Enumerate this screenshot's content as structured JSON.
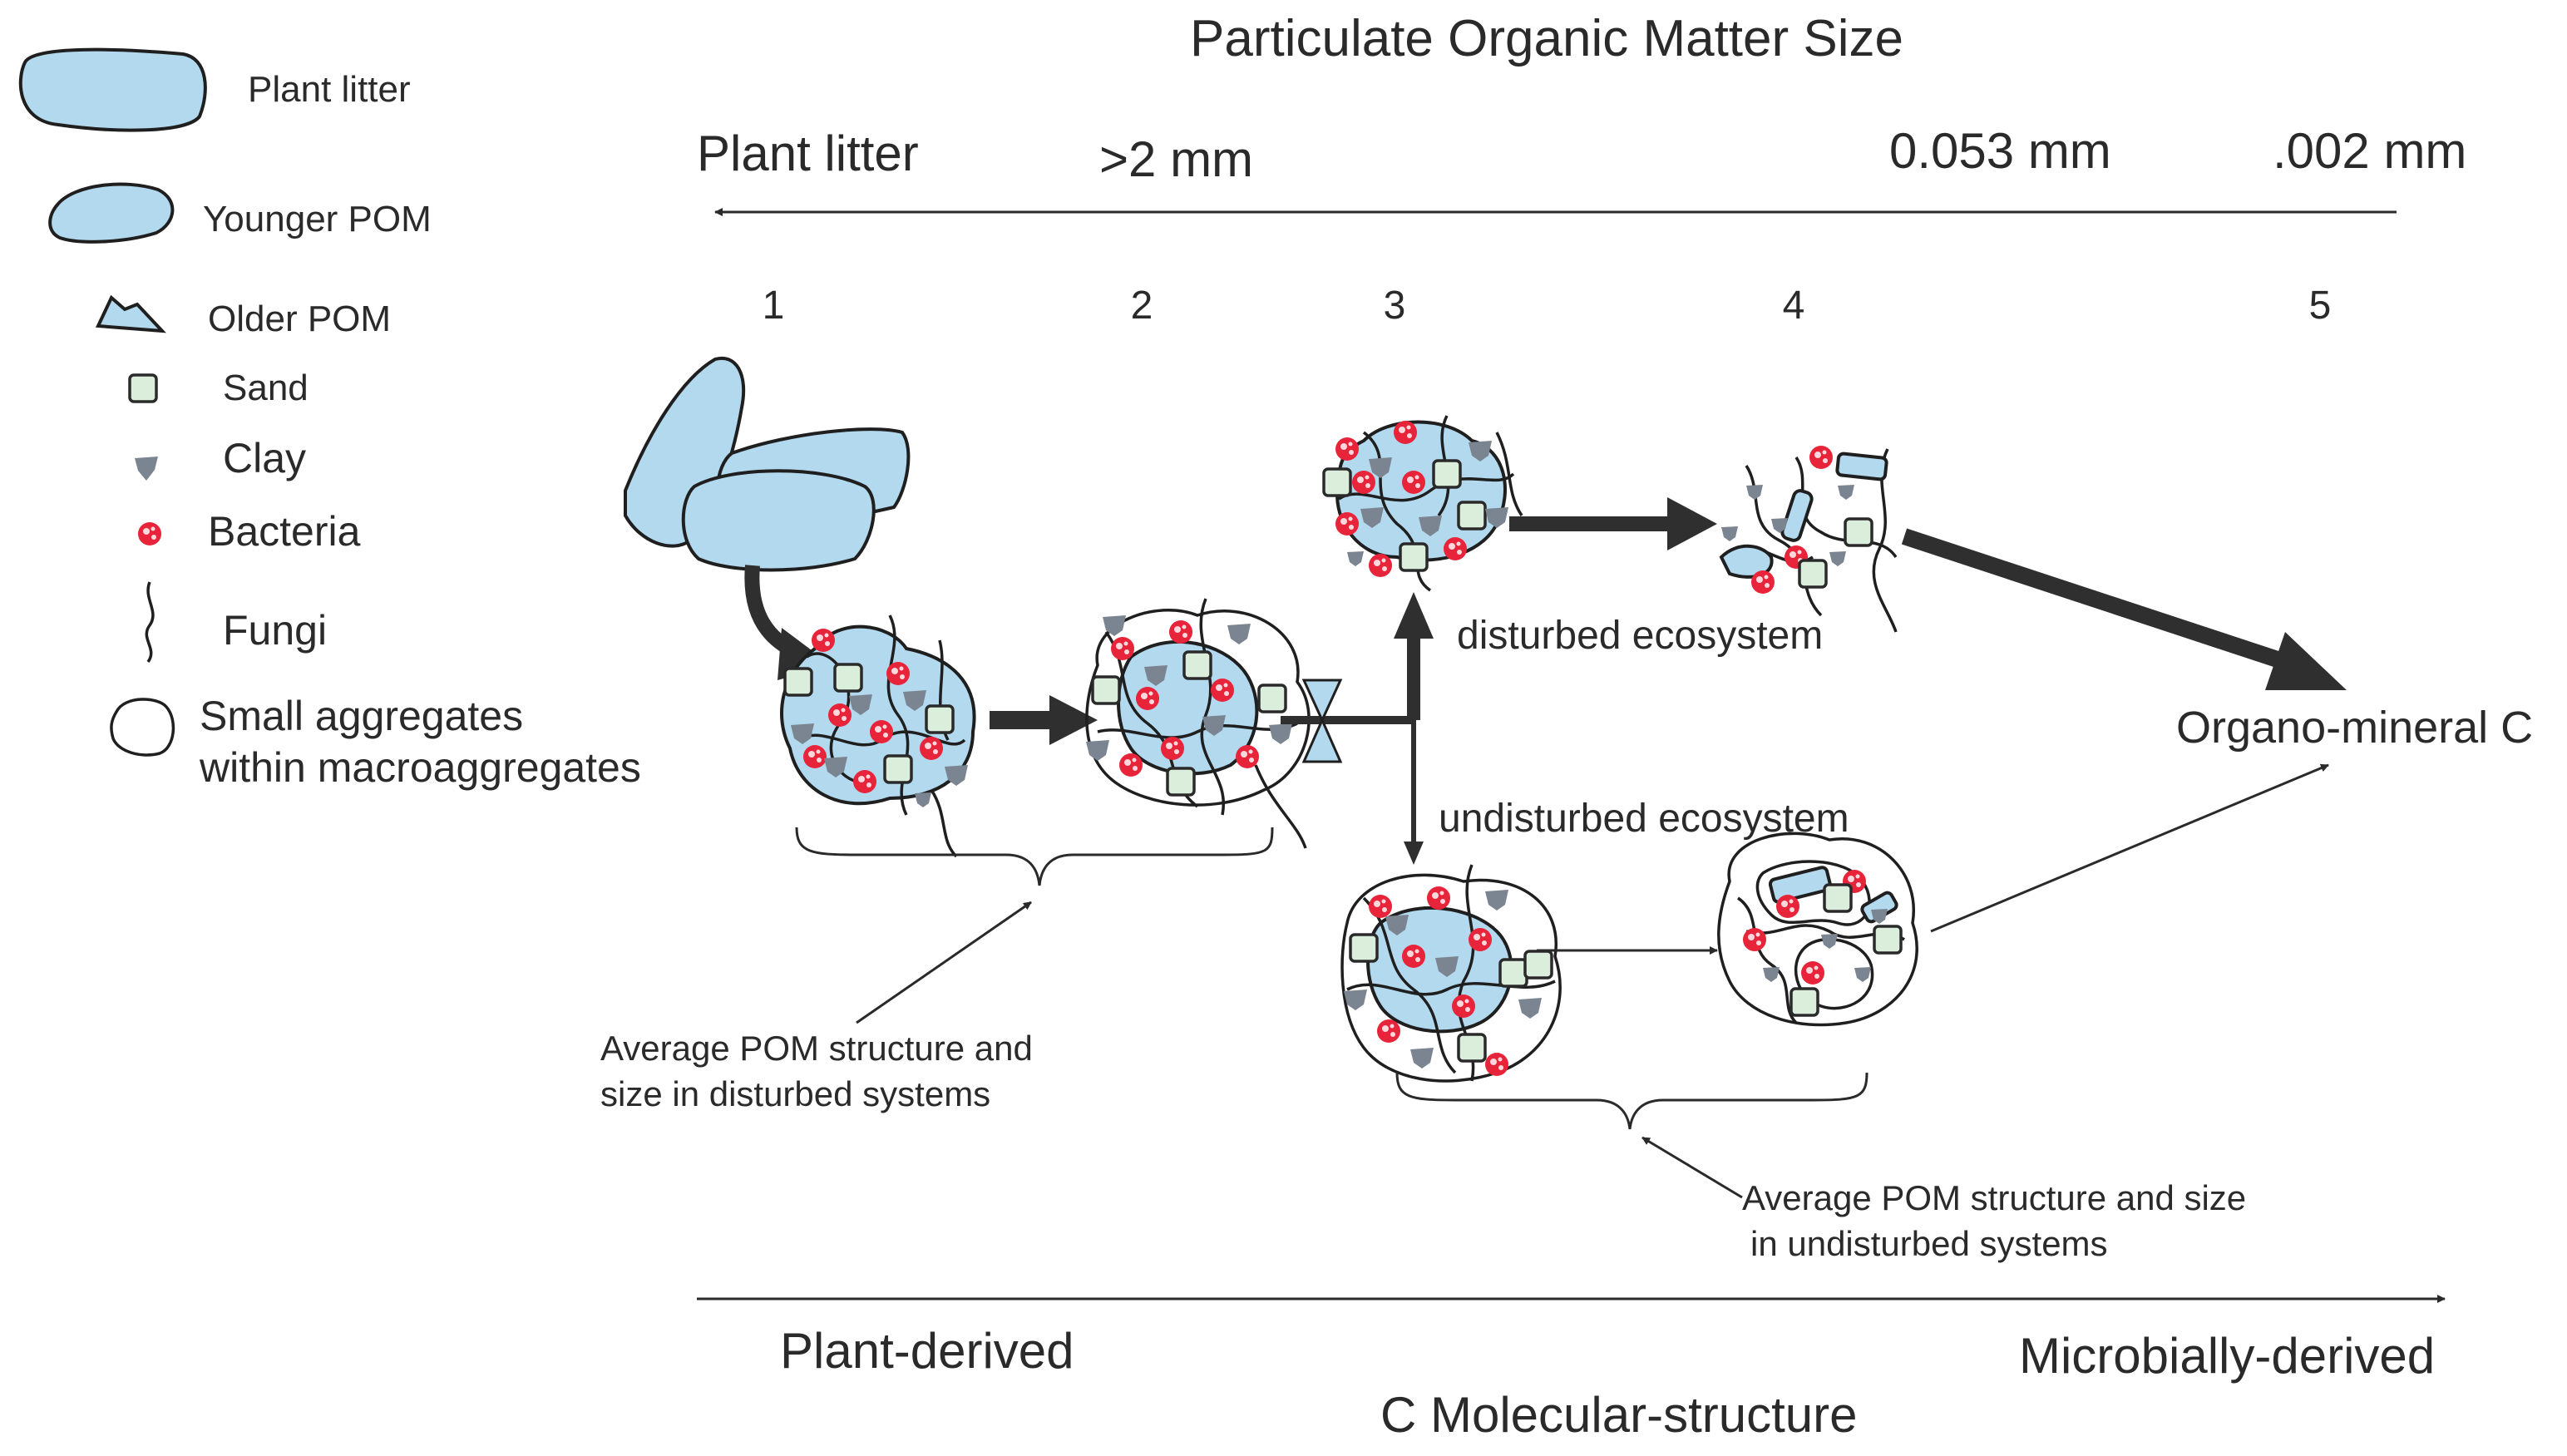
{
  "title": "Particulate Organic Matter Size",
  "size_scale": {
    "labels": [
      "Plant litter",
      ">2 mm",
      "0.053 mm",
      ".002 mm"
    ],
    "stages": [
      "1",
      "2",
      "3",
      "4",
      "5"
    ]
  },
  "legend": [
    {
      "icon": "plant-litter-icon",
      "label": "Plant litter"
    },
    {
      "icon": "younger-pom-icon",
      "label": "Younger POM"
    },
    {
      "icon": "older-pom-icon",
      "label": "Older POM"
    },
    {
      "icon": "sand-icon",
      "label": "Sand"
    },
    {
      "icon": "clay-icon",
      "label": "Clay"
    },
    {
      "icon": "bacteria-icon",
      "label": "Bacteria"
    },
    {
      "icon": "fungi-icon",
      "label": "Fungi"
    },
    {
      "icon": "small-aggregate-icon",
      "label": "Small aggregates",
      "label2": "within macroaggregates"
    }
  ],
  "labels": {
    "disturbed": "disturbed ecosystem",
    "undisturbed": "undisturbed ecosystem",
    "organo_mineral": "Organo-mineral C",
    "avg_disturbed_1": "Average POM structure and",
    "avg_disturbed_2": "size in disturbed systems",
    "avg_undisturbed_1": "Average POM structure and size",
    "avg_undisturbed_2": "in undisturbed systems"
  },
  "bottom_axis": {
    "left": "Plant-derived",
    "right": "Microbially-derived",
    "title": "C Molecular-structure"
  },
  "colors": {
    "pom_fill": "#b3d9ef",
    "sand_fill": "#dbeedc",
    "clay": "#7b8591",
    "bacteria": "#e8243a"
  }
}
